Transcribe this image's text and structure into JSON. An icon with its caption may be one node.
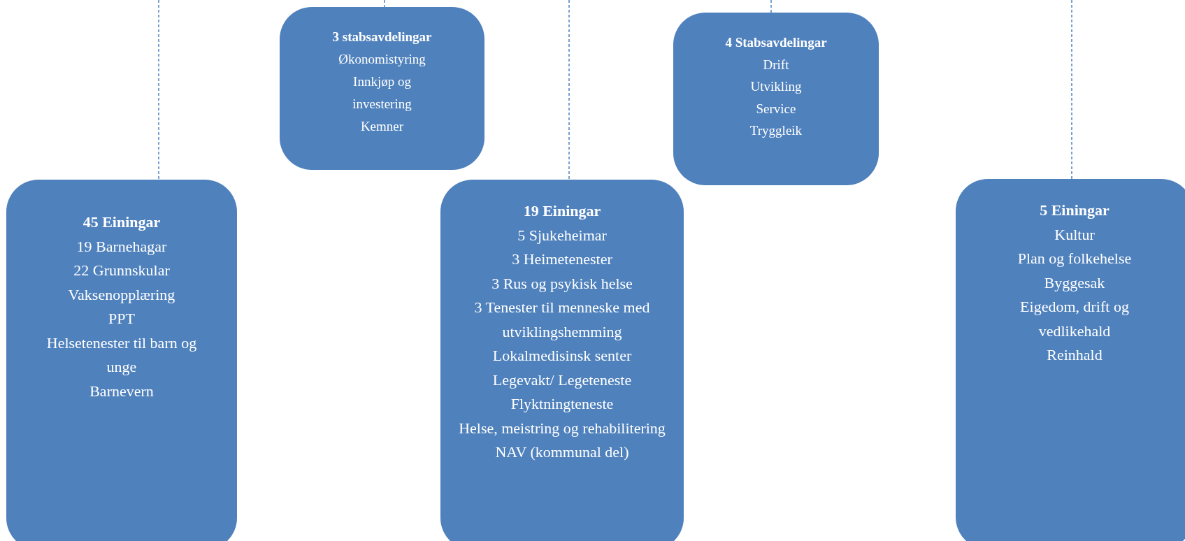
{
  "diagram": {
    "nodes": [
      {
        "text": [
          "45 Einingar",
          "19 Barnehagar",
          "22 Grunnskular",
          "Vaksenopplæring",
          "PPT",
          "Helsetenester til barn og unge",
          "Barnevern"
        ]
      },
      {
        "text": [
          "3 stabsavdelingar",
          "Økonomistyring",
          "Innkjøp og investering",
          "Kemner"
        ]
      },
      {
        "text": [
          "19 Einingar",
          "5 Sjukeheimar",
          "3 Heimetenester",
          "3 Rus og psykisk helse",
          "3 Tenester til menneske med utviklingshemming",
          "Lokalmedisinsk senter",
          "Legevakt/ Legeteneste",
          "Flyktningteneste",
          "Helse, meistring og rehabilitering",
          "NAV (kommunal del)"
        ]
      },
      {
        "text": [
          "4 Stabsavdelingar",
          "Drift",
          "Utvikling",
          "Service",
          "Tryggleik"
        ]
      },
      {
        "text": [
          "5 Einingar",
          "Kultur",
          "Plan og folkehelse",
          "Byggesak",
          "Eigedom, drift og vedlikehald",
          "Reinhald"
        ]
      }
    ],
    "edges": [
      {
        "from": null,
        "to": 0,
        "arrow": "none",
        "style": "dashed"
      },
      {
        "from": null,
        "to": 1,
        "arrow": "none",
        "style": "dashed"
      },
      {
        "from": null,
        "to": 2,
        "arrow": "none",
        "style": "dashed"
      },
      {
        "from": null,
        "to": 3,
        "arrow": "none",
        "style": "dashed"
      },
      {
        "from": null,
        "to": 4,
        "arrow": "none",
        "style": "dashed"
      }
    ]
  }
}
